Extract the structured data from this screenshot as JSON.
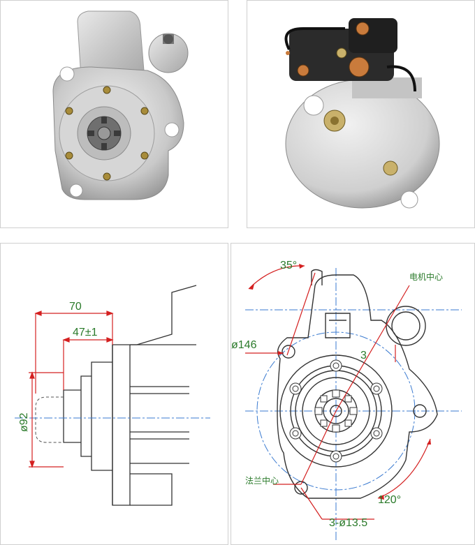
{
  "photos": {
    "front_alt": "",
    "rear_alt": ""
  },
  "side_drawing": {
    "dim_length": "70",
    "dim_offset": "47±1",
    "dim_diameter": "ø92"
  },
  "front_drawing": {
    "dim_angle_top": "35°",
    "label_motor_center": "电机中心",
    "dim_flange_dia": "ø146",
    "dim_small": "3",
    "label_flange_center": "法兰中心",
    "dim_angle_bottom": "120°",
    "dim_holes": "3-ø13.5"
  },
  "colors": {
    "line": "#333333",
    "dim_line": "#d42020",
    "center_line": "#3a7ad0",
    "dim_text": "#2a7a2a"
  }
}
